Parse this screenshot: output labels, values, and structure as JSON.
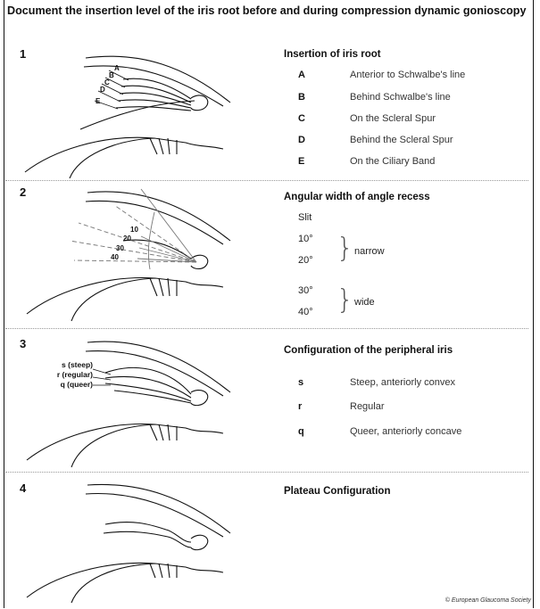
{
  "header": "Document the insertion level of the iris root before and during compression dynamic gonioscopy",
  "panels": [
    {
      "number": "1",
      "title": "Insertion of iris root",
      "diagram_labels": [
        "A",
        "B",
        "C",
        "D",
        "E"
      ],
      "options": [
        {
          "code": "A",
          "text": "Anterior to Schwalbe's line"
        },
        {
          "code": "B",
          "text": "Behind Schwalbe's line"
        },
        {
          "code": "C",
          "text": "On the Scleral Spur"
        },
        {
          "code": "D",
          "text": "Behind the Scleral Spur"
        },
        {
          "code": "E",
          "text": "On the Ciliary Band"
        }
      ]
    },
    {
      "number": "2",
      "title": "Angular width of angle recess",
      "diagram_labels": [
        "10",
        "20",
        "30",
        "40"
      ],
      "slit": "Slit",
      "narrow_values": [
        "10°",
        "20°"
      ],
      "narrow_label": "narrow",
      "wide_values": [
        "30°",
        "40°"
      ],
      "wide_label": "wide"
    },
    {
      "number": "3",
      "title": "Configuration of the peripheral iris",
      "diagram_labels": [
        "s (steep)",
        "r (regular)",
        "q (queer)"
      ],
      "options": [
        {
          "code": "s",
          "text": "Steep, anteriorly convex"
        },
        {
          "code": "r",
          "text": "Regular"
        },
        {
          "code": "q",
          "text": "Queer, anteriorly concave"
        }
      ]
    },
    {
      "number": "4",
      "title": "Plateau Configuration"
    }
  ],
  "footer": "© European Glaucoma Society"
}
